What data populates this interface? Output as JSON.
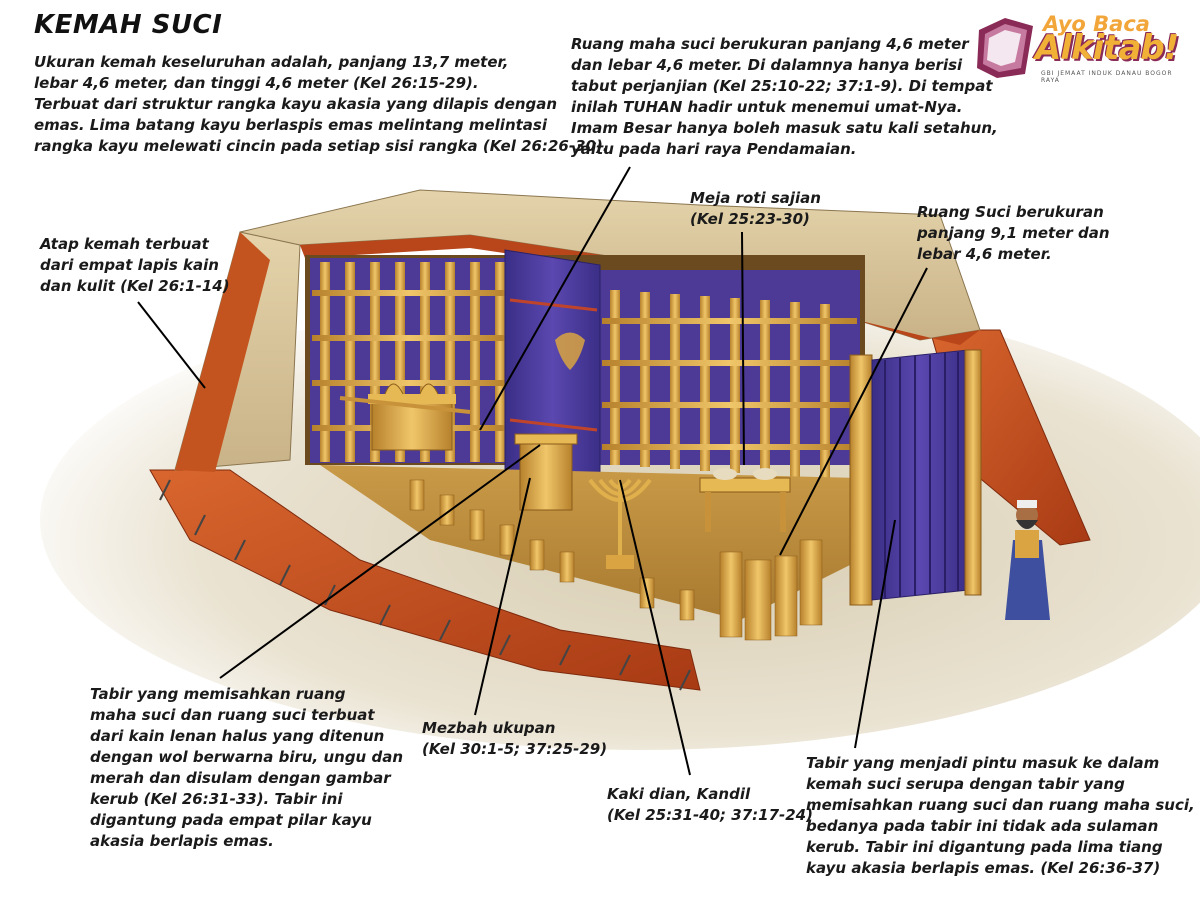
{
  "title": "KEMAH SUCI",
  "logo": {
    "top": "Ayo Baca",
    "main": "Alkitab!",
    "sub": "GBI JEMAAT INDUK DANAU BOGOR RAYA"
  },
  "labels": {
    "intro": [
      "Ukuran kemah keseluruhan adalah, panjang 13,7 meter,",
      "lebar 4,6 meter, dan tinggi 4,6 meter (Kel 26:15-29).",
      "Terbuat dari struktur rangka kayu akasia yang dilapis dengan",
      "emas. Lima batang kayu berlaspis emas melintang melintasi",
      "rangka kayu melewati cincin pada setiap sisi rangka (Kel 26:26-30)."
    ],
    "holiest": [
      "Ruang maha suci berukuran panjang 4,6 meter",
      "dan lebar 4,6 meter. Di dalamnya hanya berisi",
      "tabut perjanjian (Kel 25:10-22; 37:1-9). Di tempat",
      "inilah TUHAN hadir untuk menemui umat-Nya.",
      "Imam Besar hanya boleh masuk satu kali setahun,",
      "yaitu pada hari raya Pendamaian."
    ],
    "roof": [
      "Atap kemah terbuat",
      "dari empat lapis kain",
      "dan kulit (Kel 26:1-14)"
    ],
    "bread": [
      "Meja roti sajian",
      "(Kel 25:23-30)"
    ],
    "holy": [
      "Ruang Suci berukuran",
      "panjang 9,1 meter dan",
      "lebar 4,6 meter."
    ],
    "veil": [
      "Tabir yang memisahkan ruang",
      "maha suci dan ruang suci terbuat",
      "dari kain lenan halus yang ditenun",
      "dengan wol berwarna biru, ungu dan",
      "merah dan disulam dengan gambar",
      "kerub (Kel 26:31-33). Tabir ini",
      "digantung pada empat pilar kayu",
      "akasia berlapis emas."
    ],
    "incense": [
      "Mezbah ukupan",
      "(Kel 30:1-5; 37:25-29)"
    ],
    "lampstand": [
      "Kaki dian, Kandil",
      "(Kel 25:31-40; 37:17-24)"
    ],
    "entrance": [
      "Tabir yang menjadi pintu masuk ke dalam",
      "kemah suci serupa dengan tabir yang",
      "memisahkan ruang suci dan ruang maha suci,",
      "bedanya pada tabir ini tidak ada sulaman",
      "kerub. Tabir ini digantung pada lima tiang",
      "kayu akasia berlapis emas. (Kel 26:36-37)"
    ]
  },
  "colors": {
    "gold": "#d9a441",
    "curtain_blue": "#4a3a9a",
    "red_covering": "#c24a1c",
    "tent_beige": "#d8c49a"
  }
}
